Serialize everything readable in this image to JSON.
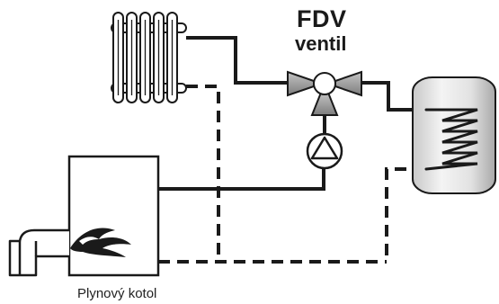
{
  "labels": {
    "valve_name": "FDV",
    "valve_word": "ventil",
    "boiler": "Plynový kotol"
  },
  "components": {
    "radiator": "radiator-icon",
    "valve": "three-way-valve-icon",
    "pump": "circulation-pump-icon",
    "tank": "hot-water-tank-icon",
    "boiler": "gas-boiler-icon",
    "flame": "flame-icon",
    "flue": "flue-pipe-icon"
  },
  "colors": {
    "line": "#1a1a1a",
    "valve_fill": "#9a9a9a",
    "tank_fill": "#e6e6e6"
  }
}
